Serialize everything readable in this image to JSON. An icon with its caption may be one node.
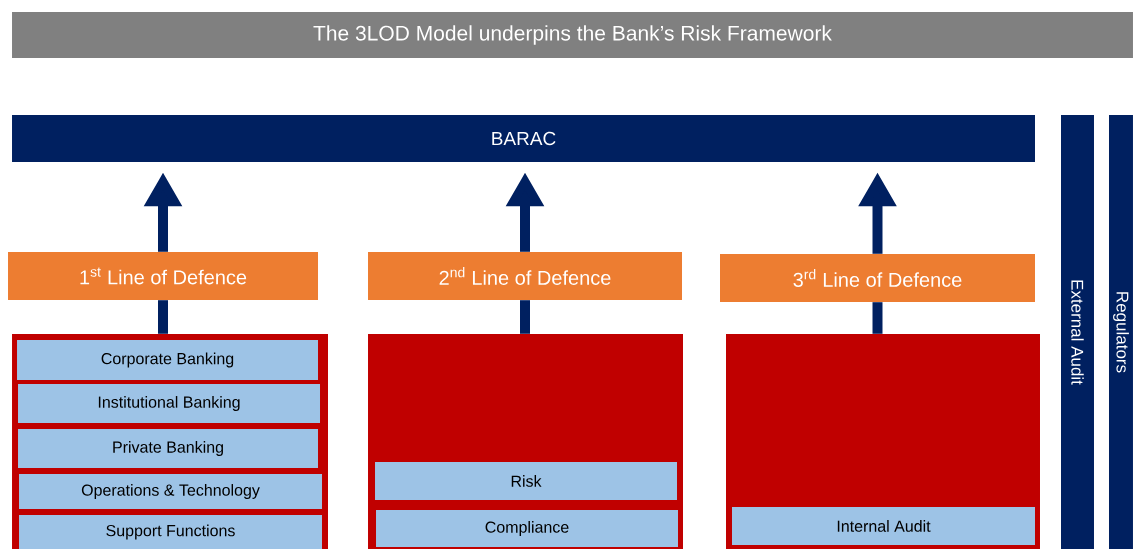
{
  "diagram": {
    "title": "The 3LOD Model underpins the Bank’s Risk Framework",
    "nodes": [
      {
        "text": [
          "BARAC"
        ]
      },
      {
        "text": [
          "1$^{st}$ Line of Defence"
        ]
      },
      {
        "text": [],
        "shape": "box"
      },
      {
        "text": [
          "Corporate Banking"
        ],
        "in": 2
      },
      {
        "text": [
          "Institutional Banking"
        ],
        "in": 2
      },
      {
        "text": [
          "Private Banking"
        ],
        "in": 2
      },
      {
        "text": [
          "Operations & Technology"
        ],
        "in": 2
      },
      {
        "text": [
          "Support Functions"
        ],
        "in": 2
      },
      {
        "text": [
          "2$^{nd}$ Line of Defence"
        ]
      },
      {
        "text": [],
        "shape": "box"
      },
      {
        "text": [
          "Risk"
        ],
        "in": 9
      },
      {
        "text": [
          "Compliance"
        ],
        "in": 9
      },
      {
        "text": [
          "3$^{rd}$ Line of Defence"
        ]
      },
      {
        "text": [],
        "shape": "box"
      },
      {
        "text": [
          "Internal Audit"
        ],
        "in": 13
      },
      {
        "text": [
          "External Audit"
        ]
      },
      {
        "text": [
          "Regulators"
        ]
      }
    ],
    "edges": [
      {
        "from": 2,
        "to": 1,
        "arrow": "none"
      },
      {
        "from": 1,
        "to": 0,
        "arrow": "to"
      },
      {
        "from": 9,
        "to": 8,
        "arrow": "none"
      },
      {
        "from": 8,
        "to": 0,
        "arrow": "to"
      },
      {
        "from": 13,
        "to": 12,
        "arrow": "none"
      },
      {
        "from": 12,
        "to": 0,
        "arrow": "to"
      }
    ]
  }
}
